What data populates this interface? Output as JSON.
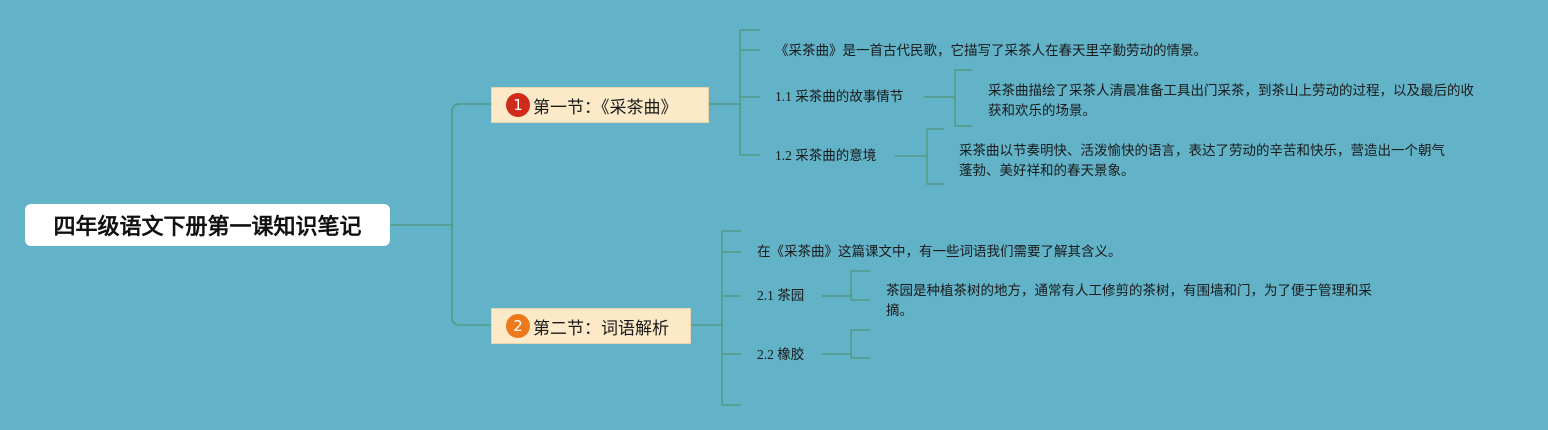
{
  "root": {
    "title": "四年级语文下册第一课知识笔记"
  },
  "sections": [
    {
      "number": "1",
      "marker_color": "#cf2a1a",
      "title": "第一节：《采茶曲》",
      "intro": "《采茶曲》是一首古代民歌，它描写了采茶人在春天里辛勤劳动的情景。",
      "topics": [
        {
          "label": "1.1 采茶曲的故事情节",
          "detail": "采茶曲描绘了采茶人清晨准备工具出门采茶，到茶山上劳动的过程，以及最后的收获和欢乐的场景。"
        },
        {
          "label": "1.2 采茶曲的意境",
          "detail": "采茶曲以节奏明快、活泼愉快的语言，表达了劳动的辛苦和快乐，营造出一个朝气蓬勃、美好祥和的春天景象。"
        }
      ]
    },
    {
      "number": "2",
      "marker_color": "#ec7a1d",
      "title": "第二节：词语解析",
      "intro": "在《采茶曲》这篇课文中，有一些词语我们需要了解其含义。",
      "topics": [
        {
          "label": "2.1 茶园",
          "detail": "茶园是种植茶树的地方，通常有人工修剪的茶树，有围墙和门，为了便于管理和采摘。"
        },
        {
          "label": "2.2 橡胶",
          "detail": ""
        }
      ]
    }
  ],
  "colors": {
    "background": "#62b2c8",
    "connector": "#4f9679",
    "section_fill": "#fbe9c7",
    "root_fill": "#ffffff"
  }
}
